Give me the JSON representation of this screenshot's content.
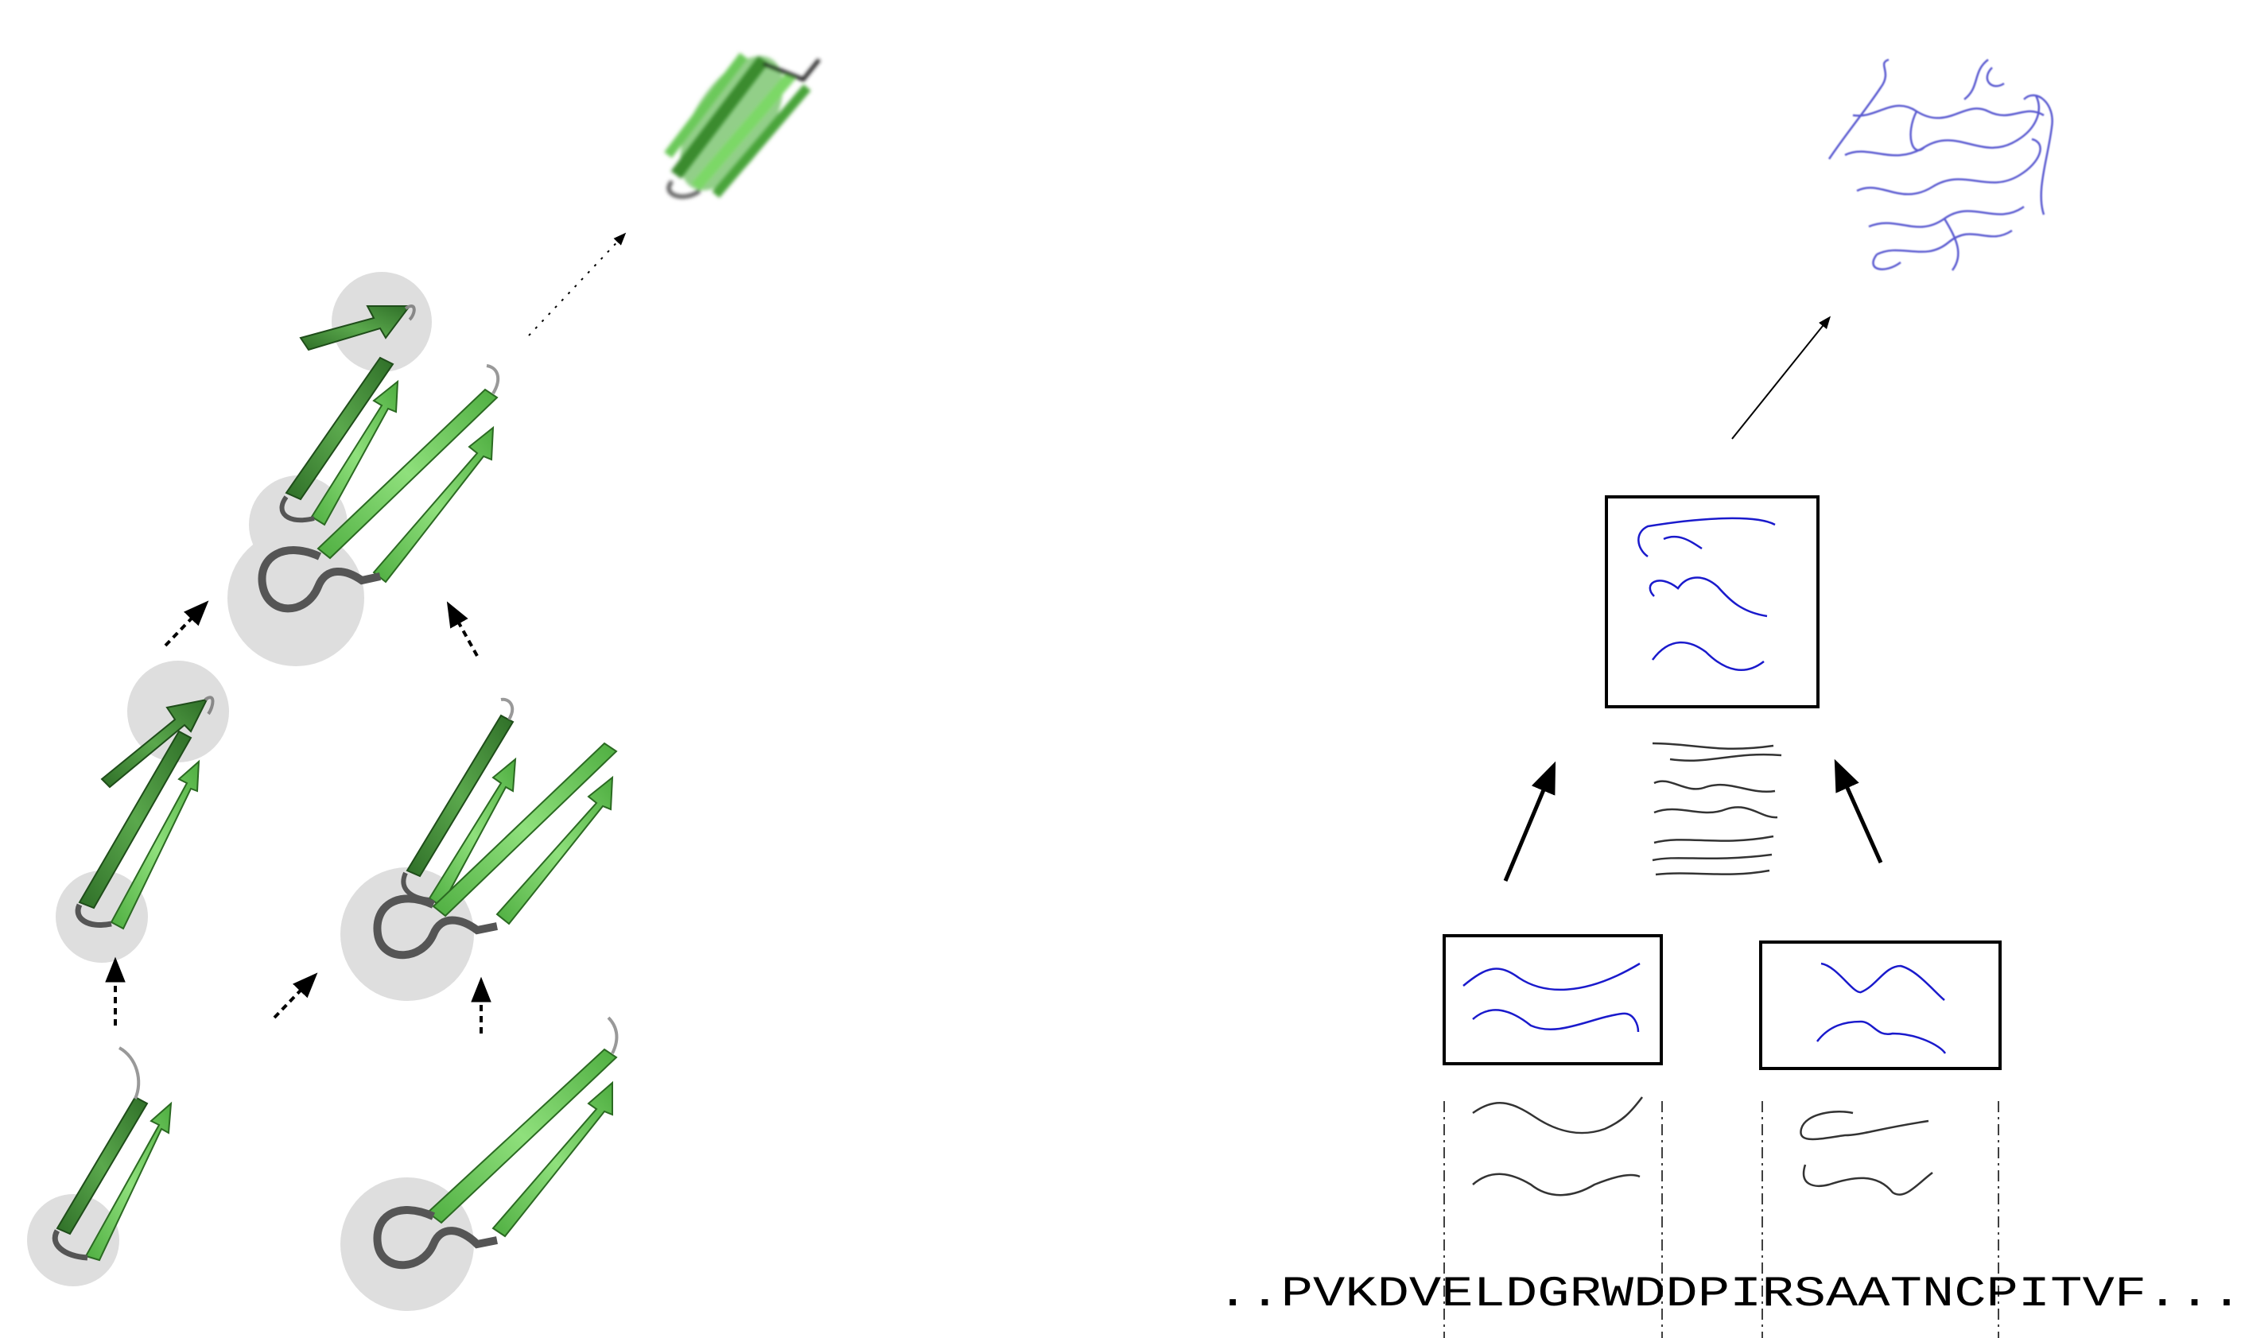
{
  "figure": {
    "sequence": "..PVKDVELDGRWDDPIRSAATNCPITVF...",
    "colors": {
      "strand_dark": "#3f8a35",
      "strand_light": "#7fdc6b",
      "loop": "#777777",
      "halo": "#dedede",
      "fragment_blue": "#1a1acc",
      "fragment_gray": "#333333",
      "final_structure": "#5a5ad0"
    },
    "icons": {
      "folding_step": "beta-hairpin-ribbon",
      "fragment_box": "fragment-ensemble-box",
      "final_structure": "protein-fold-trace"
    }
  }
}
